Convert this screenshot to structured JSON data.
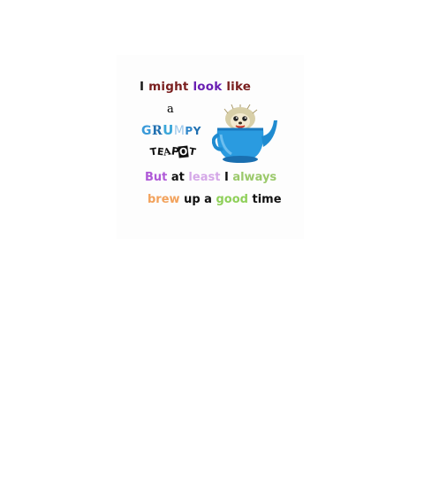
{
  "design": {
    "line1": [
      {
        "text": "I ",
        "color": "#1a1a1a"
      },
      {
        "text": "might ",
        "color": "#7a1f1f"
      },
      {
        "text": "look ",
        "color": "#6a1fb3"
      },
      {
        "text": "like",
        "color": "#7a1f1f"
      }
    ],
    "line2": "a",
    "grumpy_letters": [
      "G",
      "R",
      "U",
      "M",
      "P",
      "Y"
    ],
    "teapot_letters": [
      "T",
      "E",
      "A",
      "P",
      "O",
      "T"
    ],
    "line3": [
      {
        "text": "But ",
        "color": "#b05ad8"
      },
      {
        "text": "at ",
        "color": "#111111"
      },
      {
        "text": "least ",
        "color": "#d5a8e8"
      },
      {
        "text": "I ",
        "color": "#111111"
      },
      {
        "text": "always",
        "color": "#9bc96b"
      }
    ],
    "line4": [
      {
        "text": "brew ",
        "color": "#f2a25c"
      },
      {
        "text": "up ",
        "color": "#111111"
      },
      {
        "text": "a ",
        "color": "#111111"
      },
      {
        "text": "good ",
        "color": "#8fd05a"
      },
      {
        "text": "time",
        "color": "#111111"
      }
    ]
  }
}
